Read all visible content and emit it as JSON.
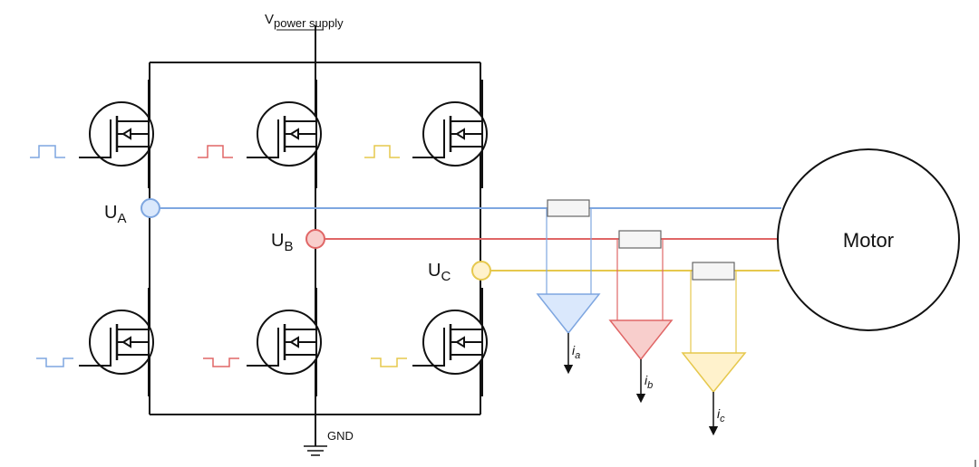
{
  "labels": {
    "supply_main": "V",
    "supply_sub": "power supply",
    "gnd": "GND",
    "motor": "Motor",
    "ua_main": "U",
    "ua_sub": "A",
    "ub_main": "U",
    "ub_sub": "B",
    "uc_main": "U",
    "uc_sub": "C",
    "ia_main": "i",
    "ia_sub": "a",
    "ib_main": "i",
    "ib_sub": "b",
    "ic_main": "i",
    "ic_sub": "c"
  },
  "colors": {
    "wire": "#111111",
    "phase_a": "#7ea6e0",
    "phase_a_fill": "#dae8fc",
    "phase_b": "#e06666",
    "phase_b_fill": "#f8cecc",
    "phase_c": "#e6c84d",
    "phase_c_fill": "#fff2cc",
    "resistor_fill": "#f5f5f5",
    "resistor_stroke": "#666666"
  },
  "icons": {
    "transistor": "mosfet-icon",
    "ground": "ground-icon",
    "shunt": "resistor-icon",
    "amplifier": "amplifier-icon"
  }
}
